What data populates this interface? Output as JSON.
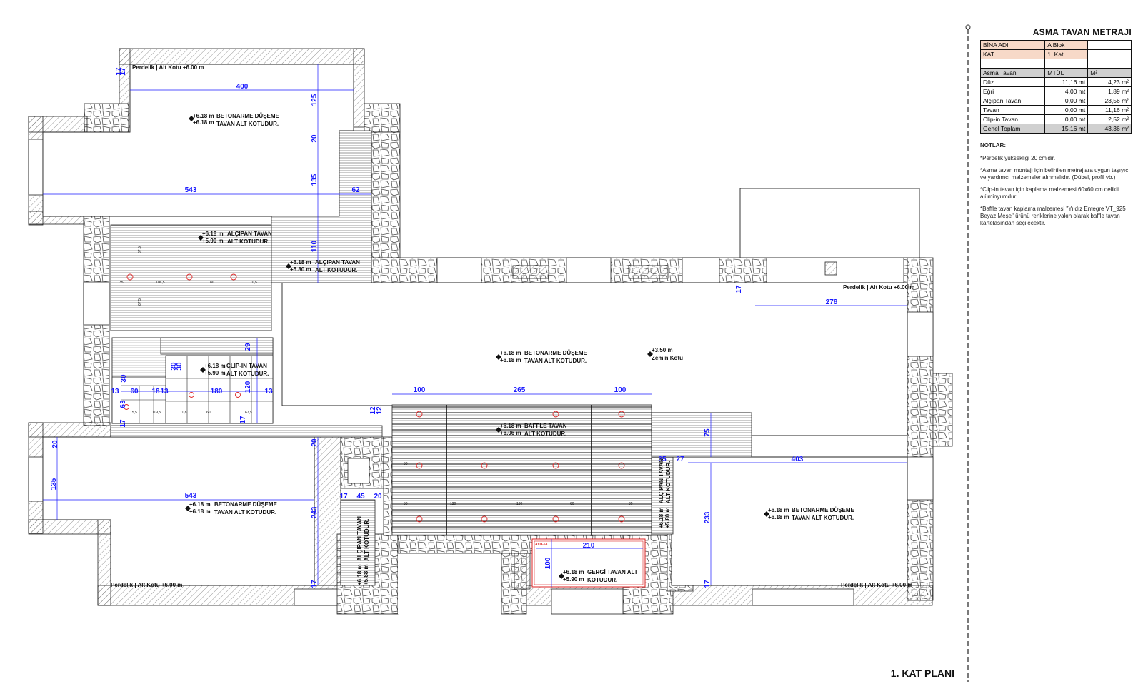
{
  "sheet": {
    "title": "1. KAT PLANI"
  },
  "metraj": {
    "title": "ASMA TAVAN METRAJI",
    "info": [
      {
        "label": "BİNA ADI",
        "value": "A Blok"
      },
      {
        "label": "KAT",
        "value": "1. Kat"
      }
    ],
    "header": [
      "Asma Tavan",
      "MTÜL",
      "M²"
    ],
    "rows": [
      {
        "name": "Düz",
        "mtul": "11,16 mt",
        "m2": "4,23 m²"
      },
      {
        "name": "Eğri",
        "mtul": "4,00 mt",
        "m2": "1,89 m²"
      },
      {
        "name": "Alçıpan Tavan",
        "mtul": "0,00 mt",
        "m2": "23,56 m²"
      },
      {
        "name": "Tavan",
        "mtul": "0,00 mt",
        "m2": "11,16 m²"
      },
      {
        "name": "Clip-in Tavan",
        "mtul": "0,00 mt",
        "m2": "2,52 m²"
      }
    ],
    "total": {
      "name": "Genel Toplam",
      "mtul": "15,16 mt",
      "m2": "43,36 m²"
    }
  },
  "notes": {
    "title": "NOTLAR:",
    "items": [
      "*Perdelik yüksekliği 20 cm'dir.",
      "*Asma tavan montajı için belirtilen metrajlara uygun taşıyıcı ve yardımcı malzemeler alınmalıdır. (Dübel, profil vb.)",
      "*Clip-in tavan için kaplama malzemesi 60x60 cm delikli alüminyumdur.",
      "*Baffle tavan kaplama malzemesi \"Yıldız Entegre VT_925 Beyaz Meşe\" ürünü renklerine yakın olarak baffle tavan kartelasından seçilecektir."
    ]
  },
  "labels": {
    "perdelik_alt": "Perdelik | Alt Kotu +6.00 m",
    "betonarme_1": "BETONARME DÜŞEME",
    "betonarme_2": "TAVAN ALT KOTUDUR.",
    "kot_618": "+6.18 m",
    "kot_590": "+5.90 m",
    "kot_580": "+5.80 m",
    "kot_606": "+6.06 m",
    "kot_588": "+5.88 m",
    "alcipan_1": "ALÇIPAN TAVAN",
    "alt_kotudur": "ALT KOTUDUR.",
    "clipin": "CLIP-IN TAVAN",
    "baffle": "BAFFLE TAVAN",
    "gergi_1": "GERGİ TAVAN ALT",
    "gergi_2": "KOTUDUR.",
    "zemin_kot": "+3.50 m",
    "zemin": "Zemin Kotu",
    "ayd_tag": "AYD-53"
  },
  "dims": {
    "d400": "400",
    "d125": "125",
    "d20": "20",
    "d135": "135",
    "d543": "543",
    "d62": "62",
    "d110": "110",
    "d17": "17",
    "d278": "278",
    "d100": "100",
    "d265": "265",
    "d12": "12",
    "d29": "29",
    "d30": "30",
    "d120": "120",
    "d13": "13",
    "d60": "60",
    "d18": "18",
    "d180": "180",
    "d63": "63",
    "d45": "45",
    "d243": "243",
    "d75": "75",
    "d35": "35",
    "d27": "27",
    "d403": "403",
    "d233": "233",
    "d210": "210",
    "s35": "35",
    "s1065": "106,5",
    "s80": "80",
    "s705": "70,5",
    "s675": "67,5",
    "s155": "15,5",
    "s1195": "119,5",
    "s118": "11,8",
    "s60": "60",
    "s50": "50",
    "s120": "120",
    "s130": "130",
    "s65": "65"
  }
}
